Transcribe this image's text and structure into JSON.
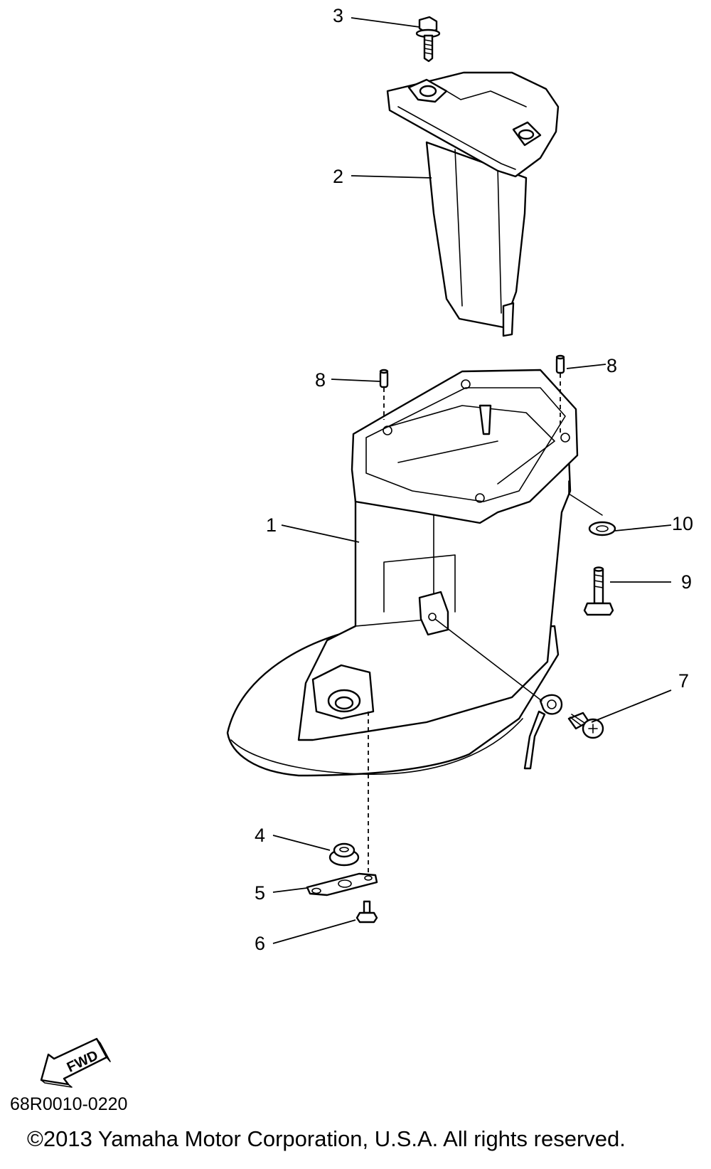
{
  "callouts": [
    {
      "number": "1",
      "part": "drive-shaft-housing"
    },
    {
      "number": "2",
      "part": "exhaust-guide"
    },
    {
      "number": "3",
      "part": "bolt"
    },
    {
      "number": "4",
      "part": "grommet"
    },
    {
      "number": "5",
      "part": "plate"
    },
    {
      "number": "6",
      "part": "bolt"
    },
    {
      "number": "7",
      "part": "screw"
    },
    {
      "number": "8",
      "part": "dowel-pin"
    },
    {
      "number": "9",
      "part": "bolt"
    },
    {
      "number": "10",
      "part": "washer"
    }
  ],
  "fwd_arrow": {
    "label": "FWD",
    "icon": "fwd-arrow-icon"
  },
  "footer": {
    "diagram_code": "68R0010-0220",
    "copyright": "©2013 Yamaha Motor Corporation, U.S.A. All rights reserved."
  },
  "colors": {
    "line": "#000000",
    "background": "#ffffff"
  }
}
